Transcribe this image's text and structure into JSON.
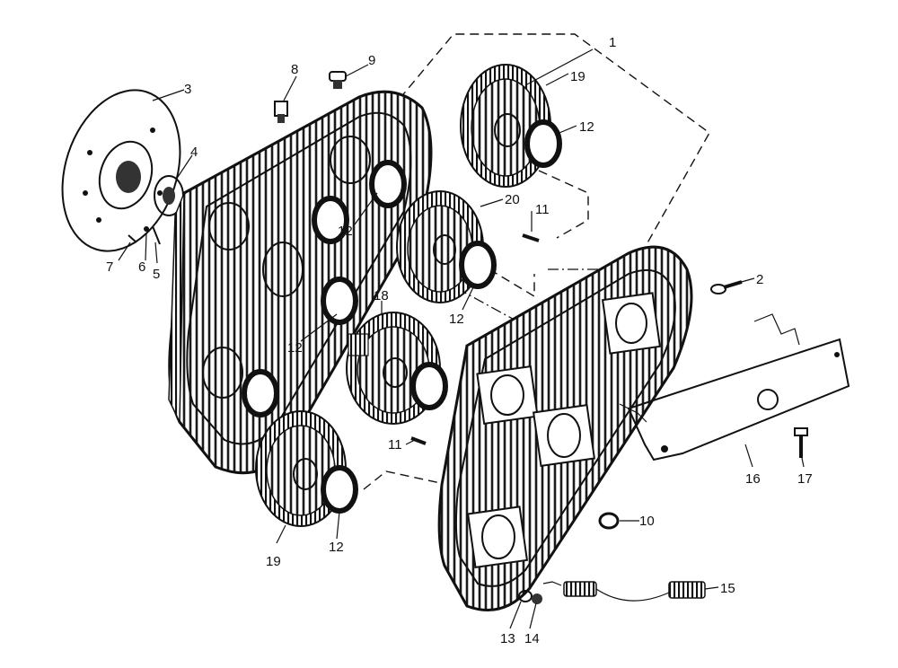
{
  "callouts": [
    {
      "id": "1",
      "text": "1"
    },
    {
      "id": "2",
      "text": "2"
    },
    {
      "id": "3",
      "text": "3"
    },
    {
      "id": "4",
      "text": "4"
    },
    {
      "id": "5",
      "text": "5"
    },
    {
      "id": "6",
      "text": "6"
    },
    {
      "id": "7",
      "text": "7"
    },
    {
      "id": "8",
      "text": "8"
    },
    {
      "id": "9",
      "text": "9"
    },
    {
      "id": "10",
      "text": "10"
    },
    {
      "id": "11a",
      "text": "11"
    },
    {
      "id": "11b",
      "text": "11"
    },
    {
      "id": "12a",
      "text": "12"
    },
    {
      "id": "12b",
      "text": "12"
    },
    {
      "id": "12c",
      "text": "12"
    },
    {
      "id": "12d",
      "text": "12"
    },
    {
      "id": "12e",
      "text": "12"
    },
    {
      "id": "13",
      "text": "13"
    },
    {
      "id": "14",
      "text": "14"
    },
    {
      "id": "15",
      "text": "15"
    },
    {
      "id": "16",
      "text": "16"
    },
    {
      "id": "17",
      "text": "17"
    },
    {
      "id": "18",
      "text": "18"
    },
    {
      "id": "19a",
      "text": "19"
    },
    {
      "id": "19b",
      "text": "19"
    },
    {
      "id": "20",
      "text": "20"
    }
  ]
}
